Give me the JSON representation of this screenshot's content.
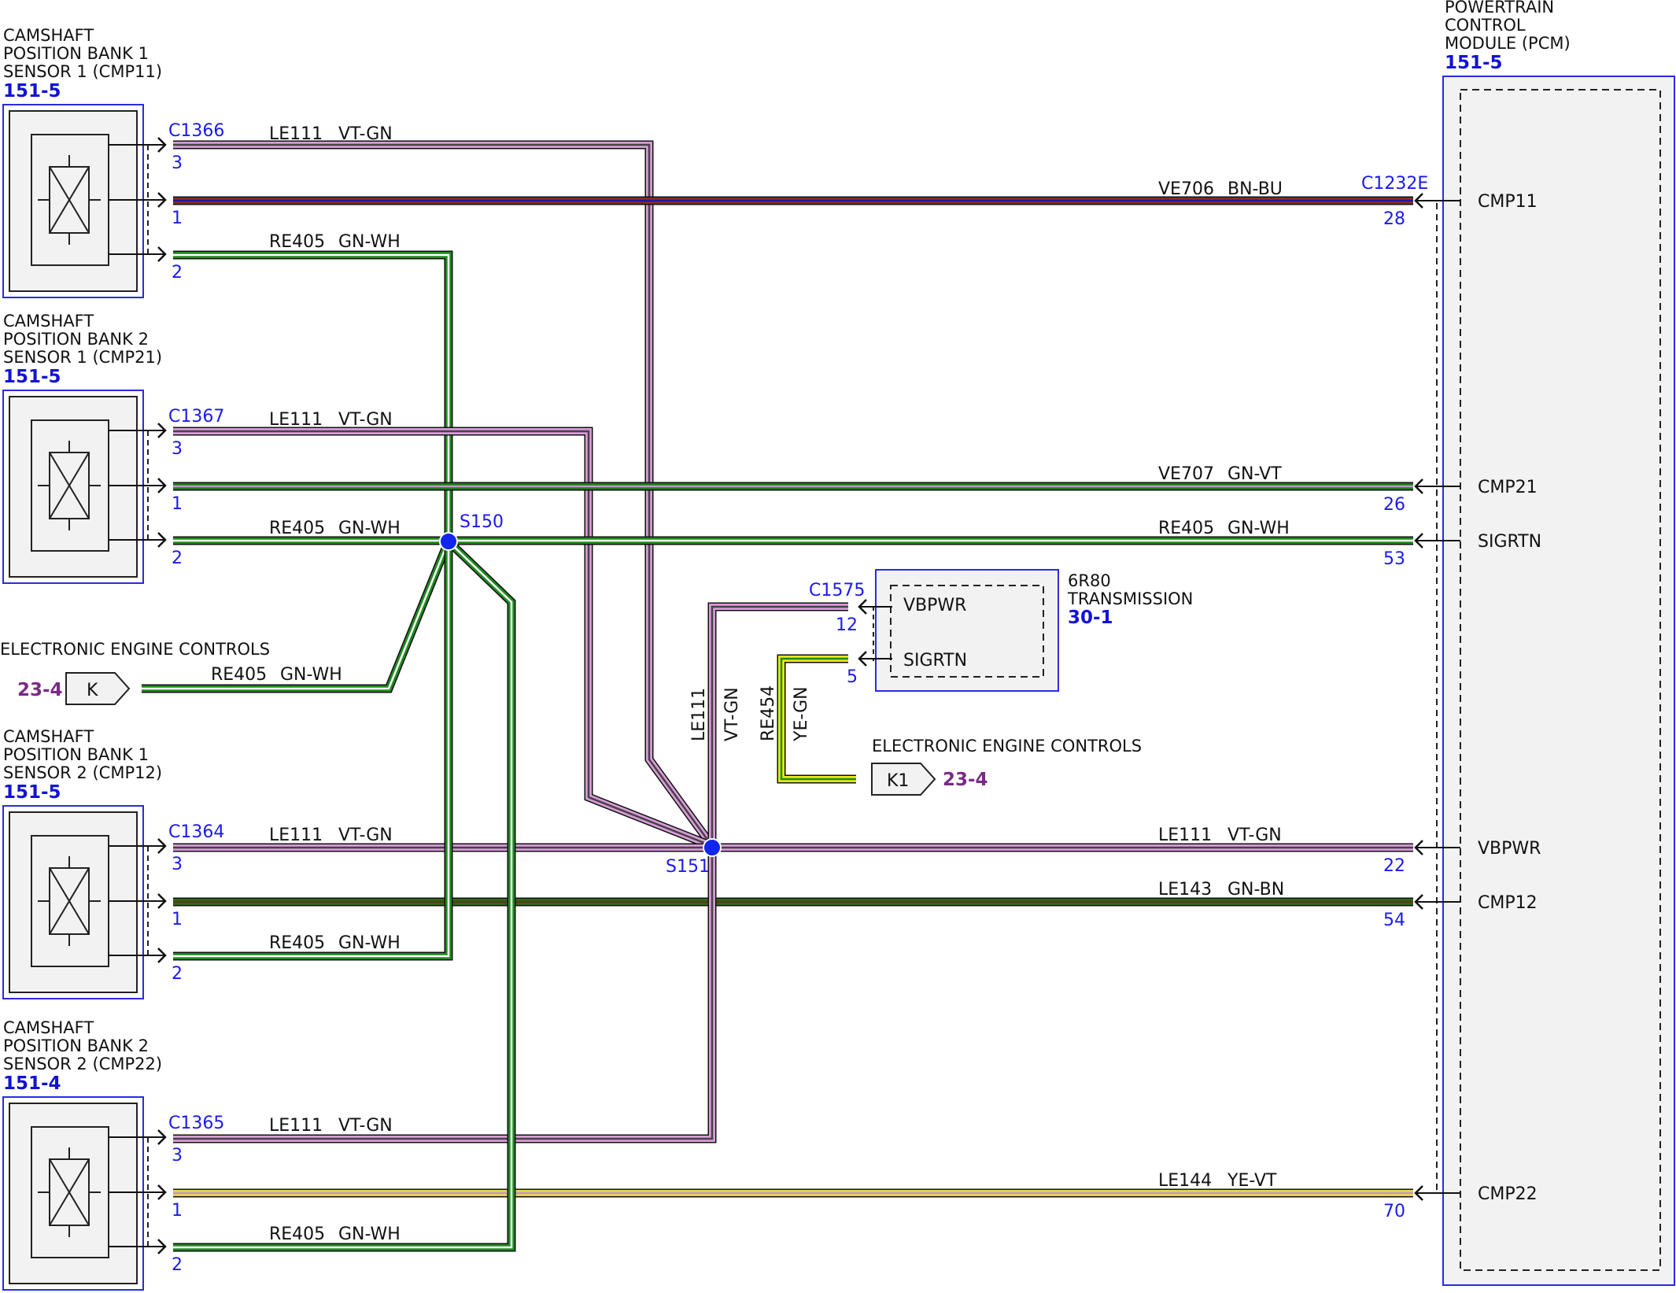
{
  "colors": {
    "component_border": "#2a2ae6",
    "ref_blue": "#1212d6",
    "ref_purple": "#7a2a86",
    "connector_label": "#1a1aee",
    "splice_fill": "#1026ee",
    "box_fill": "#f2f2f2"
  },
  "sensors": [
    {
      "id": "cmp11",
      "title": [
        "CAMSHAFT",
        "POSITION BANK 1",
        "SENSOR 1 (CMP11)"
      ],
      "ref": "151-5",
      "connector": "C1366",
      "pins": [
        "3",
        "1",
        "2"
      ]
    },
    {
      "id": "cmp21",
      "title": [
        "CAMSHAFT",
        "POSITION BANK 2",
        "SENSOR 1 (CMP21)"
      ],
      "ref": "151-5",
      "connector": "C1367",
      "pins": [
        "3",
        "1",
        "2"
      ]
    },
    {
      "id": "cmp12",
      "title": [
        "CAMSHAFT",
        "POSITION BANK 1",
        "SENSOR 2 (CMP12)"
      ],
      "ref": "151-5",
      "connector": "C1364",
      "pins": [
        "3",
        "1",
        "2"
      ]
    },
    {
      "id": "cmp22",
      "title": [
        "CAMSHAFT",
        "POSITION BANK 2",
        "SENSOR 2 (CMP22)"
      ],
      "ref": "151-4",
      "connector": "C1365",
      "pins": [
        "3",
        "1",
        "2"
      ]
    }
  ],
  "pcm": {
    "title": [
      "POWERTRAIN",
      "CONTROL",
      "MODULE (PCM)"
    ],
    "ref": "151-5",
    "connector": "C1232E",
    "pins": [
      {
        "pin": "28",
        "signal": "CMP11"
      },
      {
        "pin": "26",
        "signal": "CMP21"
      },
      {
        "pin": "53",
        "signal": "SIGRTN"
      },
      {
        "pin": "22",
        "signal": "VBPWR"
      },
      {
        "pin": "54",
        "signal": "CMP12"
      },
      {
        "pin": "70",
        "signal": "CMP22"
      }
    ]
  },
  "transmission": {
    "title": [
      "6R80",
      "TRANSMISSION"
    ],
    "ref": "30-1",
    "connector": "C1575",
    "pins": [
      {
        "pin": "12",
        "signal": "VBPWR"
      },
      {
        "pin": "5",
        "signal": "SIGRTN"
      }
    ]
  },
  "eec": [
    {
      "id": "eec_k",
      "title": "ELECTRONIC ENGINE CONTROLS",
      "ref": "23-4",
      "tag": "K"
    },
    {
      "id": "eec_k1",
      "title": "ELECTRONIC ENGINE CONTROLS",
      "ref": "23-4",
      "tag": "K1"
    }
  ],
  "splices": [
    "S150",
    "S151"
  ],
  "wires": [
    {
      "id": "w1",
      "circuit": "LE111",
      "color_code": "VT-GN",
      "colors": [
        "#d99bd9",
        "#444444"
      ]
    },
    {
      "id": "w2",
      "circuit": "VE706",
      "color_code": "BN-BU",
      "colors": [
        "#8a2a1a",
        "#1a1aa6"
      ]
    },
    {
      "id": "w3",
      "circuit": "RE405",
      "color_code": "GN-WH",
      "colors": [
        "#1f8a1f",
        "#ffffff"
      ]
    },
    {
      "id": "w4",
      "circuit": "LE111",
      "color_code": "VT-GN",
      "colors": [
        "#d99bd9",
        "#444444"
      ]
    },
    {
      "id": "w5",
      "circuit": "VE707",
      "color_code": "GN-VT",
      "colors": [
        "#1f7a1f",
        "#c997c9"
      ]
    },
    {
      "id": "w6",
      "circuit": "RE405",
      "color_code": "GN-WH",
      "colors": [
        "#1f8a1f",
        "#ffffff"
      ]
    },
    {
      "id": "w7",
      "circuit": "RE405",
      "color_code": "GN-WH",
      "colors": [
        "#1f8a1f",
        "#ffffff"
      ]
    },
    {
      "id": "w8",
      "circuit": "RE405",
      "color_code": "GN-WH",
      "colors": [
        "#1f8a1f",
        "#ffffff"
      ]
    },
    {
      "id": "w9",
      "circuit": "LE111",
      "color_code": "VT-GN",
      "colors": [
        "#d99bd9",
        "#444444"
      ]
    },
    {
      "id": "w10",
      "circuit": "RE454",
      "color_code": "YE-GN",
      "colors": [
        "#e8e81a",
        "#1f8a1f"
      ]
    },
    {
      "id": "w11",
      "circuit": "LE111",
      "color_code": "VT-GN",
      "colors": [
        "#d99bd9",
        "#444444"
      ]
    },
    {
      "id": "w12",
      "circuit": "LE111",
      "color_code": "VT-GN",
      "colors": [
        "#d99bd9",
        "#444444"
      ]
    },
    {
      "id": "w13",
      "circuit": "LE143",
      "color_code": "GN-BN",
      "colors": [
        "#2a6a1a",
        "#5a3a1a"
      ]
    },
    {
      "id": "w14",
      "circuit": "RE405",
      "color_code": "GN-WH",
      "colors": [
        "#1f8a1f",
        "#ffffff"
      ]
    },
    {
      "id": "w15",
      "circuit": "LE111",
      "color_code": "VT-GN",
      "colors": [
        "#d99bd9",
        "#444444"
      ]
    },
    {
      "id": "w16",
      "circuit": "LE144",
      "color_code": "YE-VT",
      "colors": [
        "#e3d84a",
        "#c997c9"
      ]
    },
    {
      "id": "w17",
      "circuit": "RE405",
      "color_code": "GN-WH",
      "colors": [
        "#1f8a1f",
        "#ffffff"
      ]
    }
  ]
}
